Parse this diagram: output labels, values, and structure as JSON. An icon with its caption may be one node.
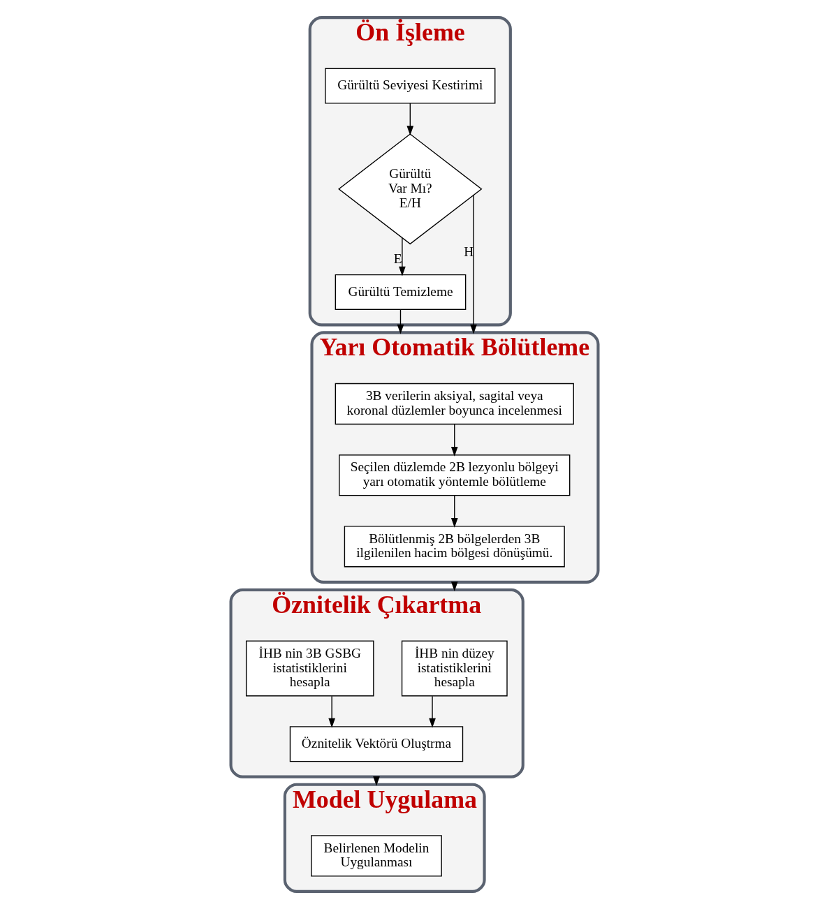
{
  "diagram": {
    "nodes": [
      {
        "text": [
          "Ön İşleme"
        ]
      },
      {
        "text": [
          "Gürültü Seviyesi Kestirimi"
        ],
        "in": 0
      },
      {
        "text": [
          "Gürültü Var Mı? E/H"
        ],
        "in": 0
      },
      {
        "text": [
          "Gürültü Temizleme"
        ],
        "in": 0
      },
      {
        "text": [
          "Yarı Otomatik Bölütleme"
        ]
      },
      {
        "text": [
          "3B verilerin aksiyal, sagital veya koronal düzlemler boyunca incelenmesi"
        ],
        "in": 4
      },
      {
        "text": [
          "Seçilen düzlemde 2B lezyonlu bölgeyi yarı otomatik yöntemle bölütleme"
        ],
        "in": 4
      },
      {
        "text": [
          "Bölütlenmiş 2B bölgelerden 3B ilgilenilen hacim bölgesi dönüşümü."
        ],
        "in": 4
      },
      {
        "text": [
          "Öznitelik Çıkartma"
        ]
      },
      {
        "text": [
          "İHB nin düzey istatistiklerini hesapla"
        ],
        "in": 8
      },
      {
        "text": [
          "İHB nin 3B GSBG istatistiklerini hesapla"
        ],
        "in": 8
      },
      {
        "text": [
          "Öznitelik Vektörü Oluştrma"
        ],
        "in": 8
      },
      {
        "text": [
          "Model Uygulama"
        ]
      },
      {
        "text": [
          "Belirlenen Modelin Uygulanması"
        ],
        "in": 12
      }
    ],
    "edges": [
      {
        "from": 1,
        "to": 2,
        "arrow": "to"
      },
      {
        "from": 2,
        "to": 3,
        "label": "E",
        "arrow": "to"
      },
      {
        "from": 2,
        "to": 4,
        "label": "H",
        "arrow": "to"
      },
      {
        "from": 3,
        "to": 4,
        "arrow": "to"
      },
      {
        "from": 5,
        "to": 6,
        "arrow": "to"
      },
      {
        "from": 6,
        "to": 7,
        "arrow": "to"
      },
      {
        "from": 4,
        "to": 8,
        "arrow": "to"
      },
      {
        "from": 9,
        "to": 11,
        "arrow": "to"
      },
      {
        "from": 10,
        "to": 11,
        "arrow": "to"
      },
      {
        "from": 8,
        "to": 12,
        "arrow": "to"
      }
    ]
  }
}
